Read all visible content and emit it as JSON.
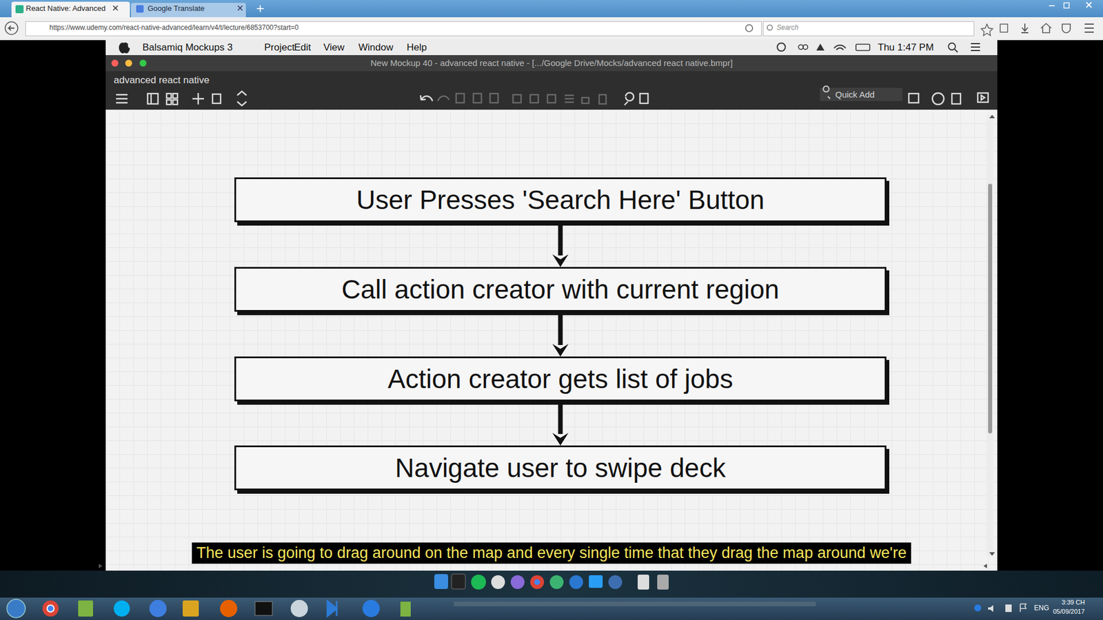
{
  "diagram": {
    "nodes": [
      {
        "text": [
          "User Presses 'Search Here' Button"
        ]
      },
      {
        "text": [
          "Call action creator with current region"
        ]
      },
      {
        "text": [
          "Action creator gets list of jobs"
        ]
      },
      {
        "text": [
          "Navigate user to swipe deck"
        ]
      }
    ],
    "edges": [
      {
        "from": 0,
        "to": 1,
        "arrow": "to"
      },
      {
        "from": 1,
        "to": 2,
        "arrow": "to"
      },
      {
        "from": 2,
        "to": 3,
        "arrow": "to"
      }
    ],
    "labels": [
      "React Native: Advanced",
      "Google Translate",
      "https://www.udemy.com/react-native-advanced/learn/v4/t/lecture/6853700?start=0",
      "Search",
      "Balsamiq Mockups 3",
      "Project",
      "Edit",
      "View",
      "Window",
      "Help",
      "Thu 1:47 PM",
      "New Mockup 40 - advanced react native - [.../Google Drive/Mocks/advanced react native.bmpr]",
      "advanced react native",
      "Quick Add",
      "The user is going to drag around on the map and every single time that they drag the map around we're",
      "ENG",
      "3:39 CH",
      "05/09/2017"
    ]
  }
}
